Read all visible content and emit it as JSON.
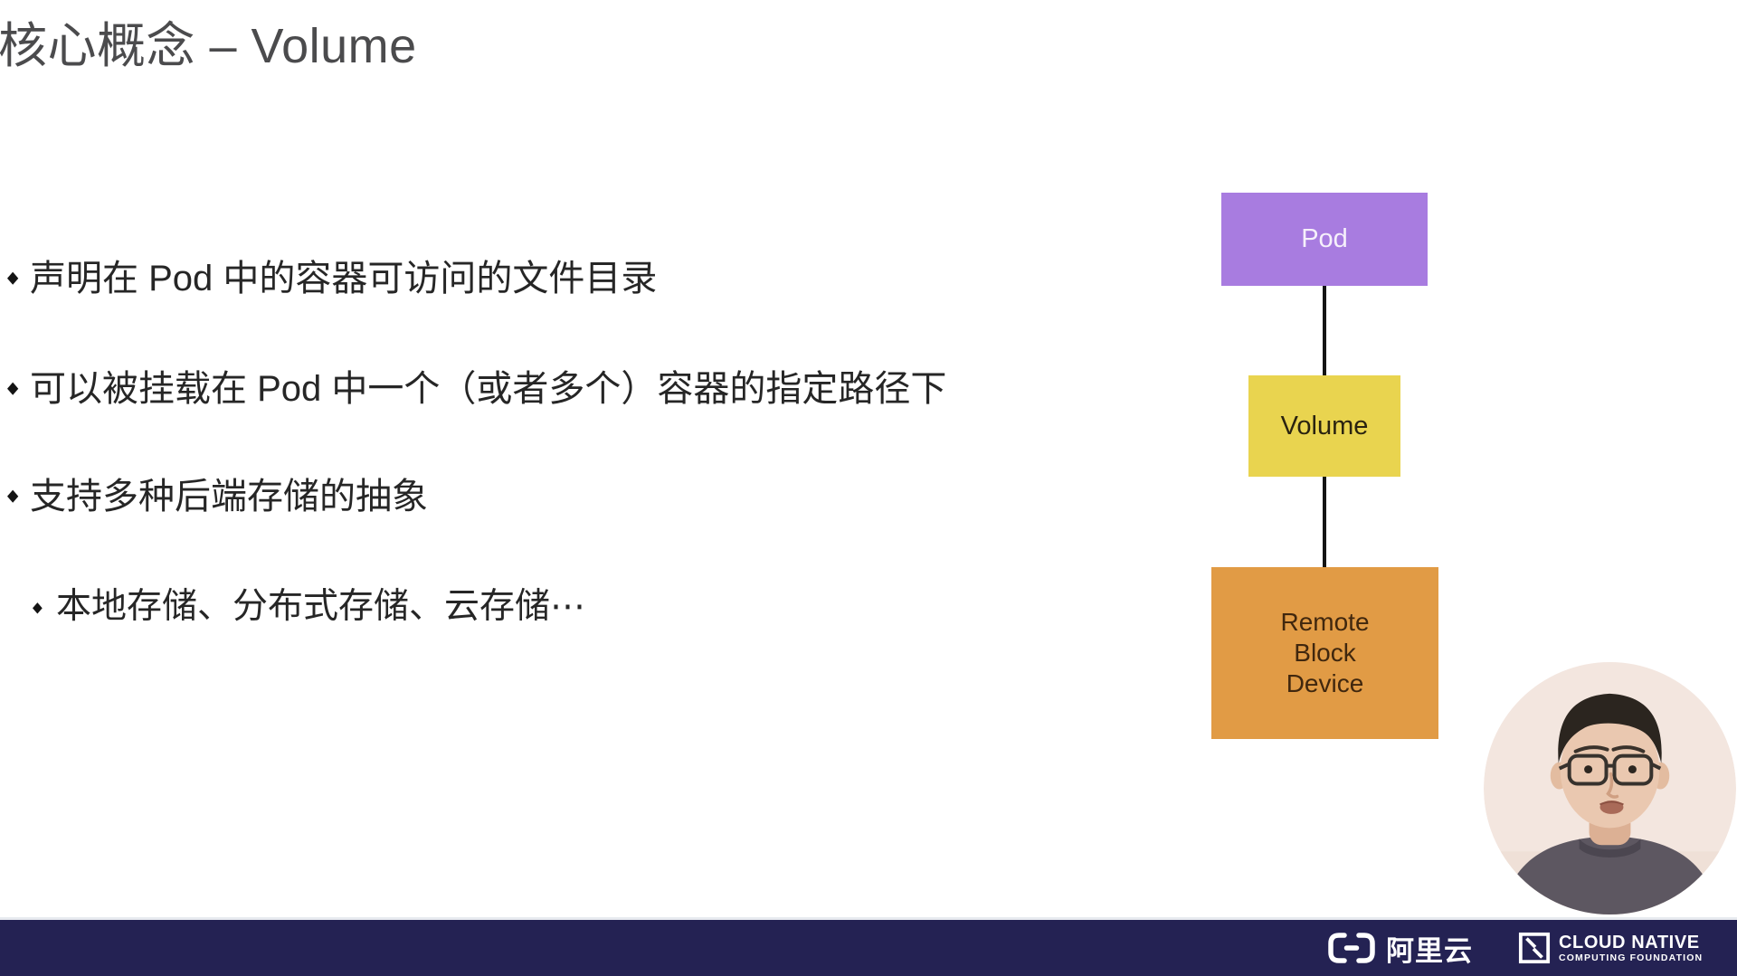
{
  "slide": {
    "title": "核心概念 – Volume",
    "bullets": [
      {
        "text": "声明在 Pod 中的容器可访问的文件目录"
      },
      {
        "text": "可以被挂载在 Pod 中一个（或者多个）容器的指定路径下"
      },
      {
        "text": "支持多种后端存储的抽象"
      }
    ],
    "sub_bullet": "本地存储、分布式存储、云存储⋯",
    "text_color": "#262626",
    "title_color": "#4b4b4d"
  },
  "diagram": {
    "pod": {
      "label": "Pod",
      "color": "#a87ce0",
      "text_color": "#f6f0fb"
    },
    "volume": {
      "label": "Volume",
      "color": "#e9d44f",
      "text_color": "#2a2310"
    },
    "remote": {
      "lines": [
        "Remote",
        "Block",
        "Device"
      ],
      "color": "#e19b45",
      "text_color": "#40270e"
    },
    "connector_color": "#141414"
  },
  "footer": {
    "bar_color": "#242253",
    "alibaba": {
      "label": "阿里云"
    },
    "cncf": {
      "line1": "CLOUD NATIVE",
      "line2": "COMPUTING FOUNDATION"
    }
  }
}
